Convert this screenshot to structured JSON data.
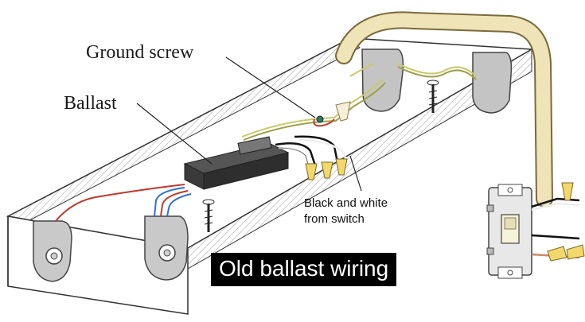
{
  "labels": {
    "ground_screw": "Ground screw",
    "ballast": "Ballast",
    "from_switch_line1": "Black and white",
    "from_switch_line2": "from switch"
  },
  "caption": "Old ballast wiring",
  "colors": {
    "fixture_fill": "#cfcfcf",
    "conduit": "#efe3b8",
    "hot_wire": "#c0392b",
    "neutral_wire": "#2f6fd6",
    "yellow_wire": "#dfe07a",
    "wire_nut": "#f2d86a",
    "ballast": "#2e2e2e"
  }
}
